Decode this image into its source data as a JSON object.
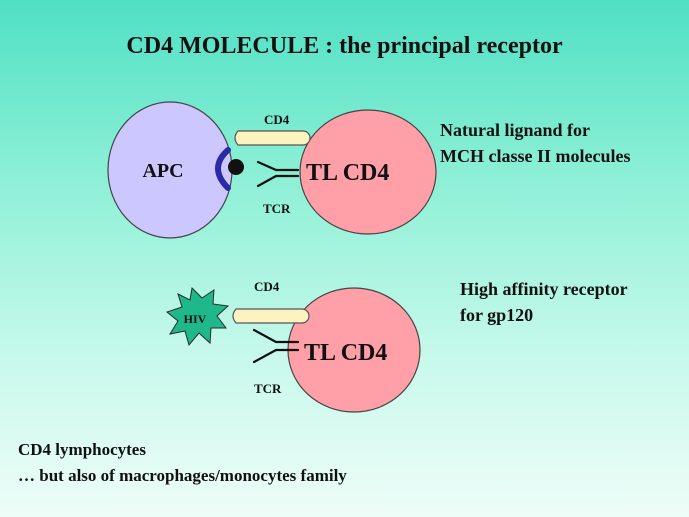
{
  "title": "CD4 MOLECULE : the principal receptor",
  "diagram1": {
    "apc_label": "APC",
    "cd4_label": "CD4",
    "tcr_label": "TCR",
    "cell_label": "TL CD4",
    "description_lines": [
      "Natural lignand for",
      "MCH classe II molecules"
    ]
  },
  "diagram2": {
    "hiv_label": "HIV",
    "cd4_label": "CD4",
    "tcr_label": "TCR",
    "cell_label": "TL CD4",
    "description_lines": [
      "High affinity receptor",
      "for gp120"
    ]
  },
  "footer_lines": [
    "CD4 lymphocytes",
    "…  but also of macrophages/monocytes family"
  ],
  "colors": {
    "apc_fill": "#ccc8ff",
    "tcell_fill": "#ff9fa8",
    "cd4_fill": "#fdf3c0",
    "mhc_arc": "#2a2aa8",
    "hiv_fill": "#1fb88a"
  }
}
